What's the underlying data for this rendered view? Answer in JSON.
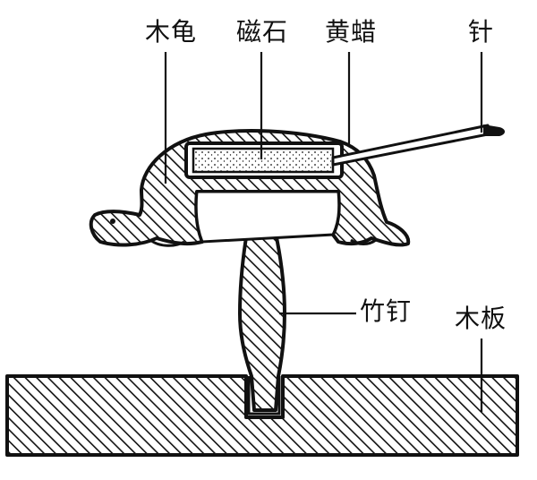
{
  "labels": {
    "wood_turtle": "木龟",
    "magnet": "磁石",
    "beeswax": "黄蜡",
    "needle": "针",
    "bamboo_nail": "竹钉",
    "wood_board": "木板"
  },
  "colors": {
    "ink": "#111111",
    "paper": "#ffffff"
  }
}
